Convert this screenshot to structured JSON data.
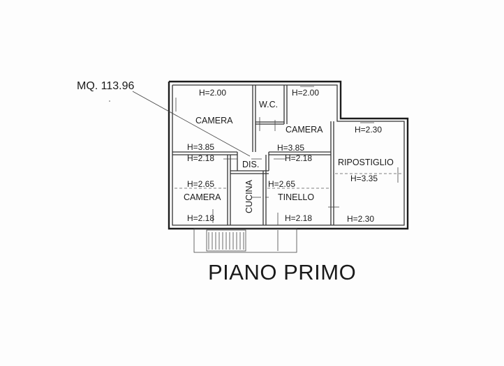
{
  "area_label": "MQ. 113.96",
  "floor_title": "PIANO PRIMO",
  "rooms": {
    "camera_top_left": {
      "name": "CAMERA",
      "height": "H=2.00",
      "height_bottom": "H=3.85"
    },
    "wc": {
      "name": "W.C."
    },
    "camera_top_right": {
      "name": "CAMERA",
      "height": "H=2.00",
      "height_bottom": "H=3.85"
    },
    "ripostiglio": {
      "name": "RIPOSTIGLIO",
      "height": "H=2.30",
      "height_mid": "H=3.35",
      "height_bottom": "H=2.30"
    },
    "dis": {
      "name": "DIS."
    },
    "camera_bottom_left": {
      "name": "CAMERA",
      "height_top": "H=2.18",
      "height_mid": "H=2.65",
      "height_bottom": "H=2.18"
    },
    "cucina": {
      "name": "CUCINA"
    },
    "tinello": {
      "name": "TINELLO",
      "height_top": "H=2.18",
      "height_mid": "H=2.65",
      "height_bottom": "H=2.18"
    }
  }
}
